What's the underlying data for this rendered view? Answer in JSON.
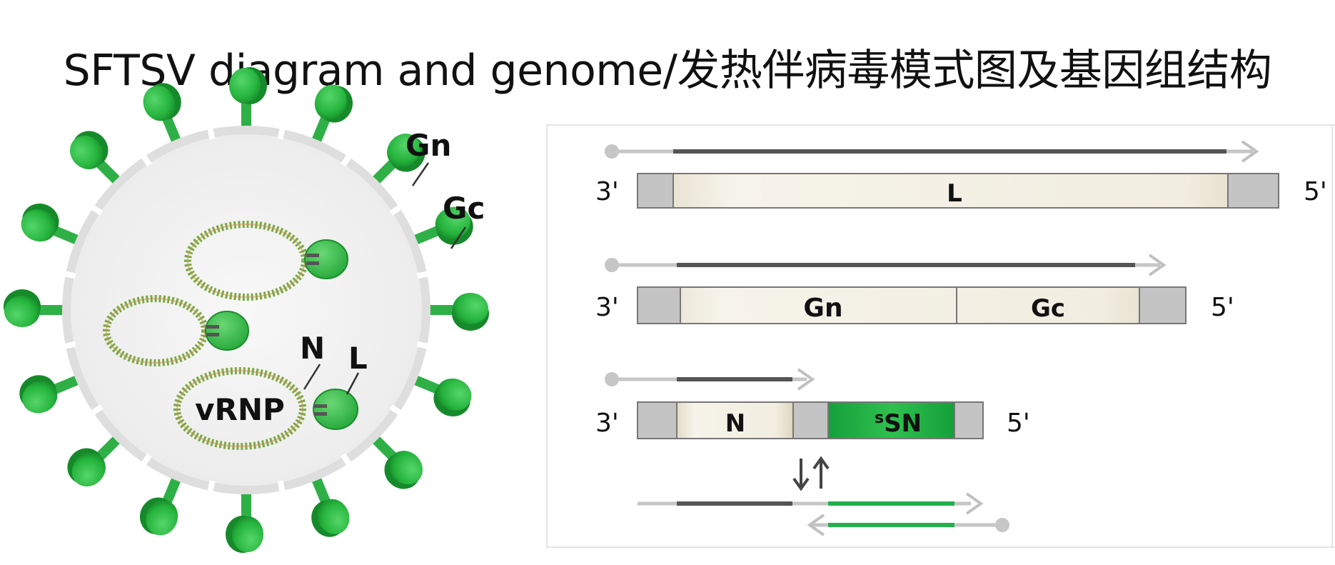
{
  "title": "SFTSV diagram and genome/发热伴病毒模式图及基因组结构",
  "virion": {
    "labels": {
      "gn": "Gn",
      "gc": "Gc",
      "n": "N",
      "l": "L",
      "vrnp": "vRNP"
    }
  },
  "genome": {
    "segments": [
      {
        "prime3": "3'",
        "prime5": "5'",
        "genes": [
          "L"
        ]
      },
      {
        "prime3": "3'",
        "prime5": "5'",
        "genes": [
          "Gn",
          "Gc"
        ]
      },
      {
        "prime3": "3'",
        "prime5": "5'",
        "genes": [
          "N",
          "SN"
        ],
        "ambisense_superscript": "s"
      }
    ]
  },
  "colors": {
    "spike_green": "#27b33e",
    "spike_dark": "#179a2f",
    "rnp_green": "#7aaa3f",
    "envelope": "#e6e6e6",
    "gene_fill": "#ece6d3",
    "ntr_gray": "#c4c4c4",
    "ns_green": "#22b04a",
    "arrow_dark": "#555555",
    "arrow_light": "#bdbdbd"
  }
}
